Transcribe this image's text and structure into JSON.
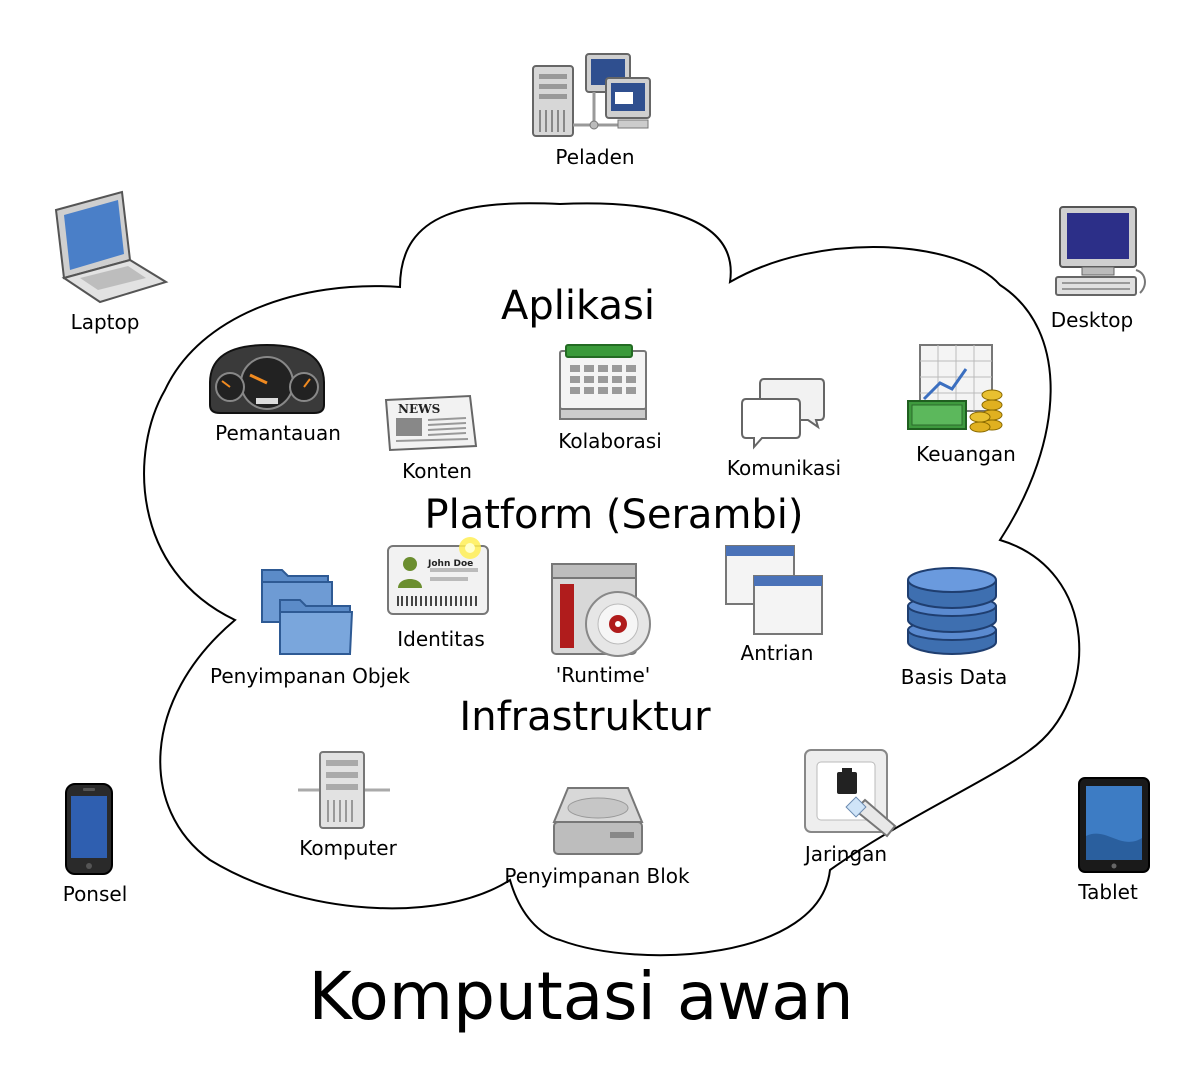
{
  "title": "Komputasi awan",
  "layers": {
    "application": "Aplikasi",
    "platform": "Platform (Serambi)",
    "infrastructure": "Infrastruktur"
  },
  "devices": {
    "server": "Peladen",
    "laptop": "Laptop",
    "desktop": "Desktop",
    "phone": "Ponsel",
    "tablet": "Tablet"
  },
  "application_items": {
    "monitoring": "Pemantauan",
    "content": "Konten",
    "collaboration": "Kolaborasi",
    "communication": "Komunikasi",
    "finance": "Keuangan"
  },
  "platform_items": {
    "identity": "Identitas",
    "object_storage": "Penyimpanan Objek",
    "runtime": "'Runtime'",
    "queue": "Antrian",
    "database": "Basis Data"
  },
  "infrastructure_items": {
    "compute": "Komputer",
    "block_storage": "Penyimpanan Blok",
    "network": "Jaringan"
  },
  "icon_text": {
    "news": "NEWS",
    "id_name": "John Doe"
  }
}
